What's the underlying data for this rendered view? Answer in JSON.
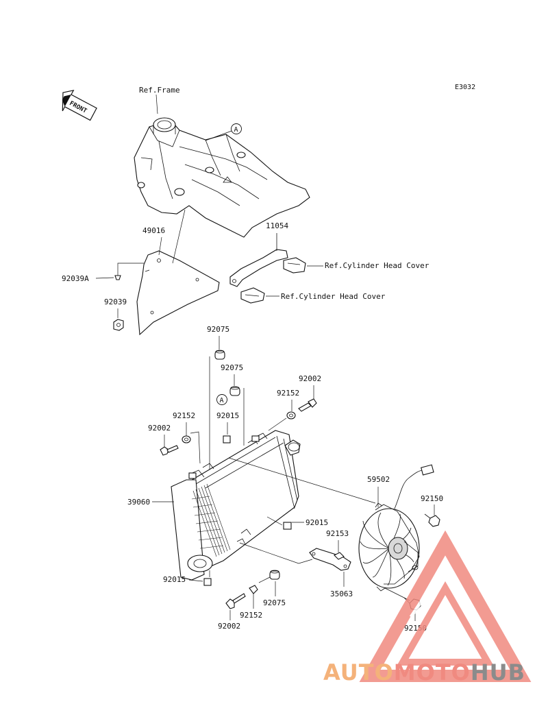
{
  "diagram_code": "E3032",
  "front_marker": "FRONT",
  "ref_labels": {
    "frame": "Ref.Frame",
    "cyl_head_upper": "Ref.Cylinder Head Cover",
    "cyl_head_lower": "Ref.Cylinder Head Cover"
  },
  "callout_letter": "A",
  "parts": {
    "p49016": "49016",
    "p11054": "11054",
    "p92039A": "92039A",
    "p92039": "92039",
    "p92075_a": "92075",
    "p92075_b": "92075",
    "p92075_c": "92075",
    "p92002_a": "92002",
    "p92002_b": "92002",
    "p92002_c": "92002",
    "p92152_a": "92152",
    "p92152_b": "92152",
    "p92152_c": "92152",
    "p92015_a": "92015",
    "p92015_b": "92015",
    "p92015_c": "92015",
    "p39060": "39060",
    "p59502": "59502",
    "p92150_a": "92150",
    "p92150_b": "92150",
    "p92153": "92153",
    "p35063": "35063"
  },
  "watermark": {
    "auto": "AUTO",
    "moto": "MOTO",
    "hub": "HUB",
    "colors": {
      "auto": "#f4b27a",
      "moto": "#f08a80",
      "hub": "#8b8b8b",
      "triangle": "#f08a80"
    }
  }
}
